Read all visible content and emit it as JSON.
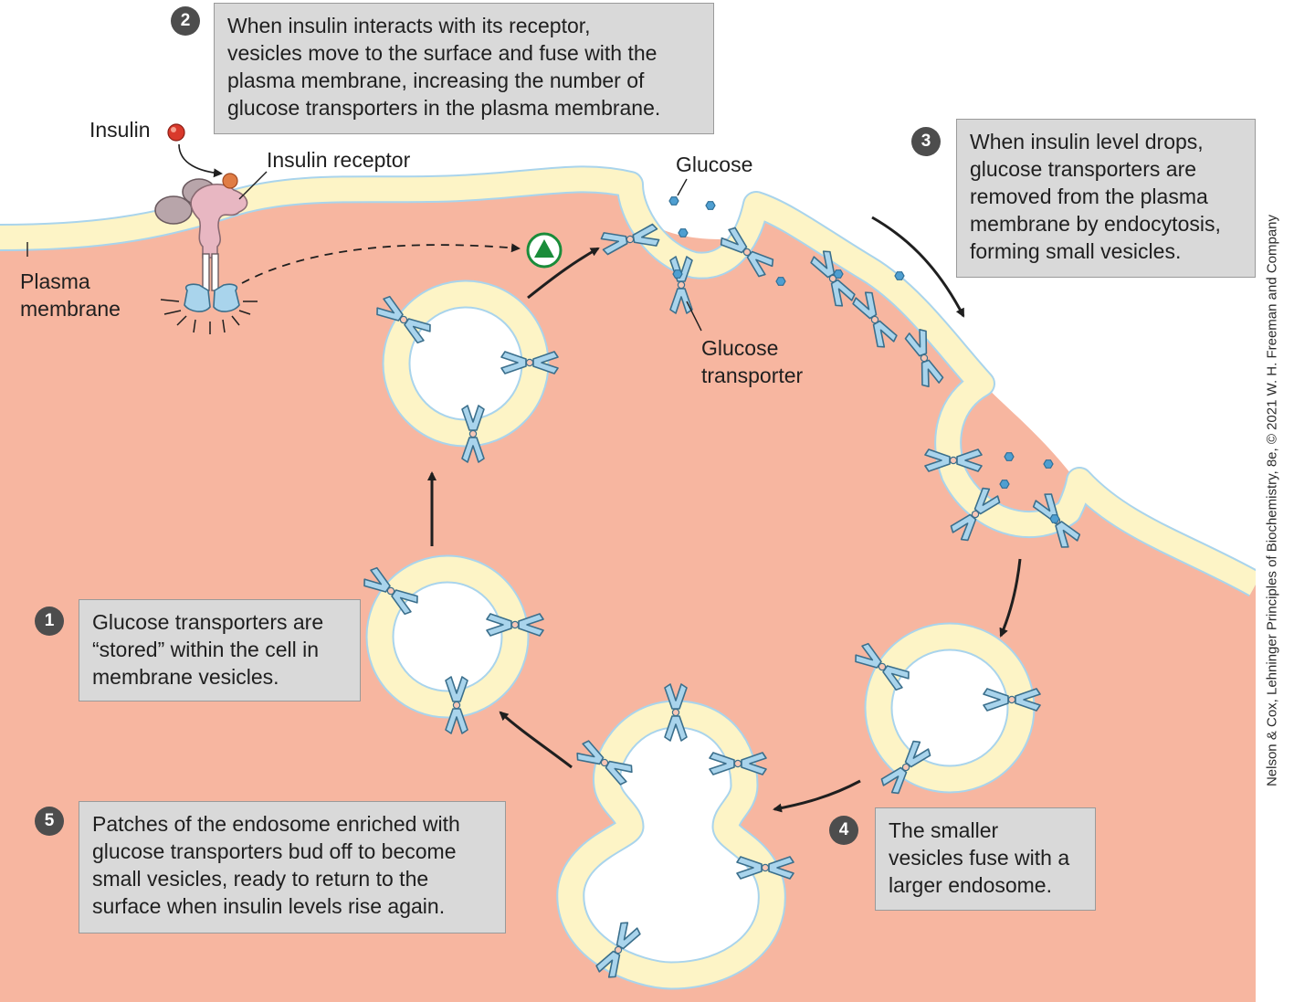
{
  "colors": {
    "cytoplasm": "#f7b6a0",
    "membrane": "#fdf4c6",
    "membrane_edge": "#a9d4ec",
    "transporter": "#a9d4ec",
    "transporter_edge": "#3b6f8c",
    "receptor": "#e8b7c2",
    "insulin": "#d9392b",
    "signal": "#1a8c3a",
    "box_bg": "#d9d9d9",
    "step_circle": "#4d4d4d"
  },
  "steps": [
    {
      "number": "1",
      "text": "Glucose transporters are\n“stored” within the cell in\nmembrane vesicles."
    },
    {
      "number": "2",
      "text": "When insulin interacts with its receptor,\nvesicles move to the surface and fuse with the\nplasma membrane, increasing the number of\nglucose transporters in the plasma membrane."
    },
    {
      "number": "3",
      "text": "When insulin level drops,\nglucose transporters are\nremoved from the plasma\nmembrane by endocytosis,\nforming small vesicles."
    },
    {
      "number": "4",
      "text": "The smaller\nvesicles fuse with a\nlarger endosome."
    },
    {
      "number": "5",
      "text": "Patches of the endosome enriched with\nglucose transporters bud off to become\nsmall vesicles, ready to return to the\nsurface when insulin levels rise again."
    }
  ],
  "labels": {
    "insulin": "Insulin",
    "insulin_receptor": "Insulin receptor",
    "plasma_membrane": "Plasma\nmembrane",
    "glucose": "Glucose",
    "glucose_transporter": "Glucose\ntransporter"
  },
  "credit": "Nelson & Cox, Lehninger Principles of Biochemistry, 8e, © 2021 W. H. Freeman and Company",
  "icons": {
    "signal": "green-triangle-signal-icon",
    "insulin": "insulin-sphere-icon",
    "glucose": "glucose-hexagon-icon",
    "transporter": "glucose-transporter-icon",
    "receptor": "insulin-receptor-icon"
  }
}
